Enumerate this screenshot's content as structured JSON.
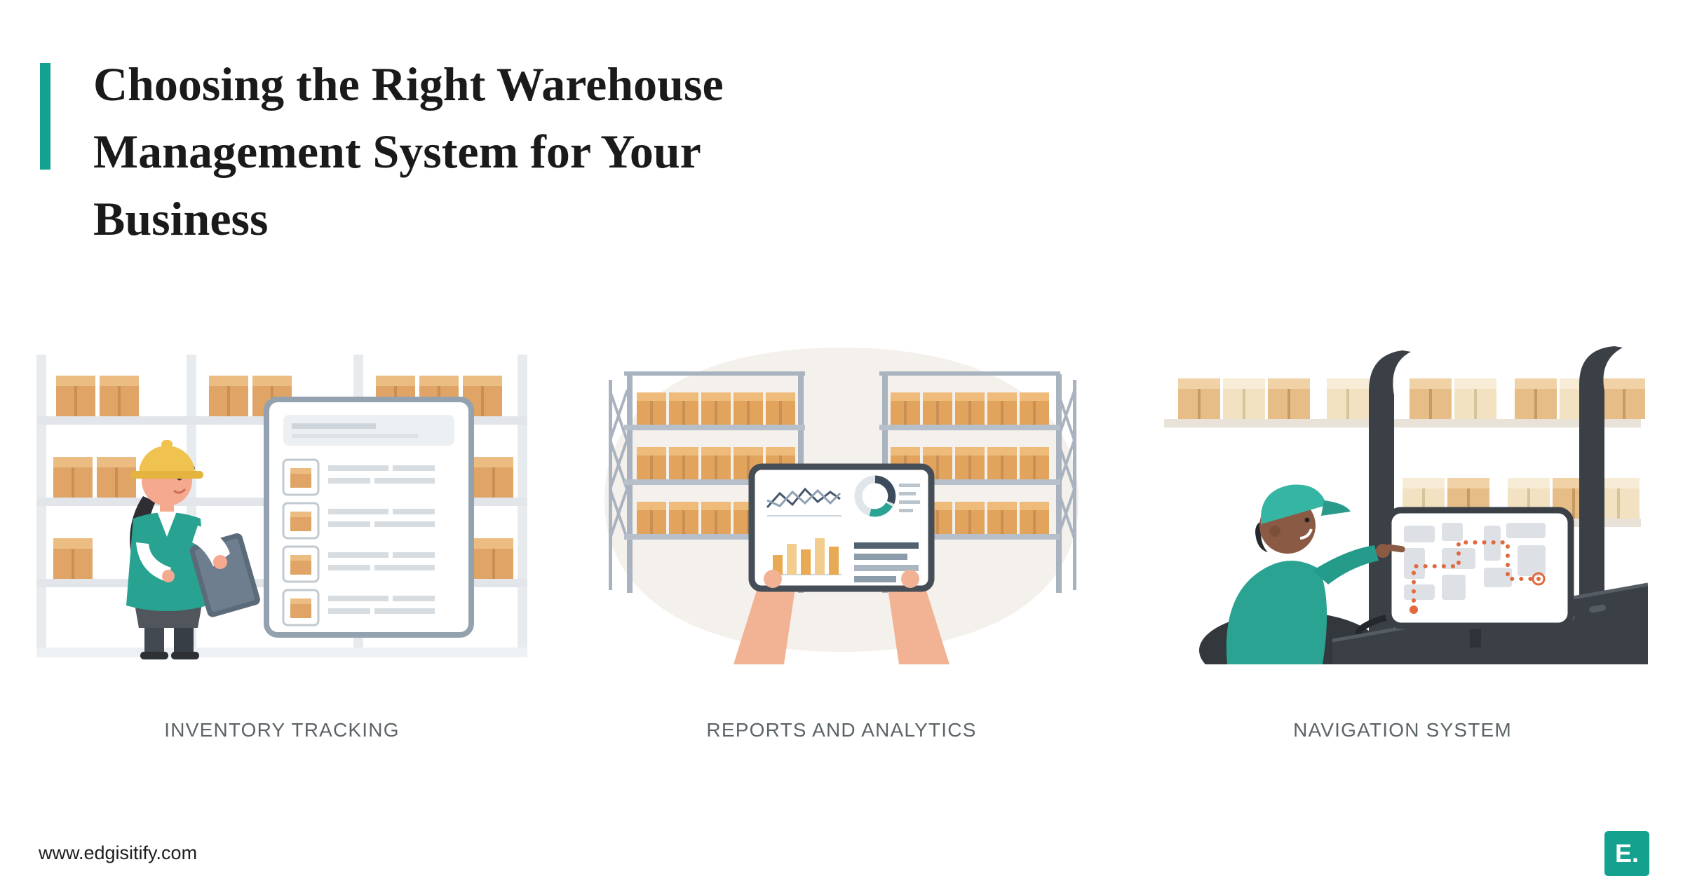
{
  "header": {
    "title_lines": [
      "Choosing the Right Warehouse",
      "Management System for Your",
      "Business"
    ]
  },
  "figures": [
    {
      "caption": "INVENTORY TRACKING"
    },
    {
      "caption": "REPORTS AND ANALYTICS"
    },
    {
      "caption": "NAVIGATION SYSTEM"
    }
  ],
  "footer": {
    "website": "www.edgisitify.com",
    "logo_text": "E."
  },
  "colors": {
    "accent_teal": "#14A18E",
    "title_text": "#1A1A1A",
    "caption_text": "#5D6468",
    "box_orange": "#DFA466",
    "box_cream": "#F2E2C2",
    "teal_clothing": "#2AA392",
    "forklift_dark": "#3A4046",
    "route_orange": "#E06A3F"
  }
}
